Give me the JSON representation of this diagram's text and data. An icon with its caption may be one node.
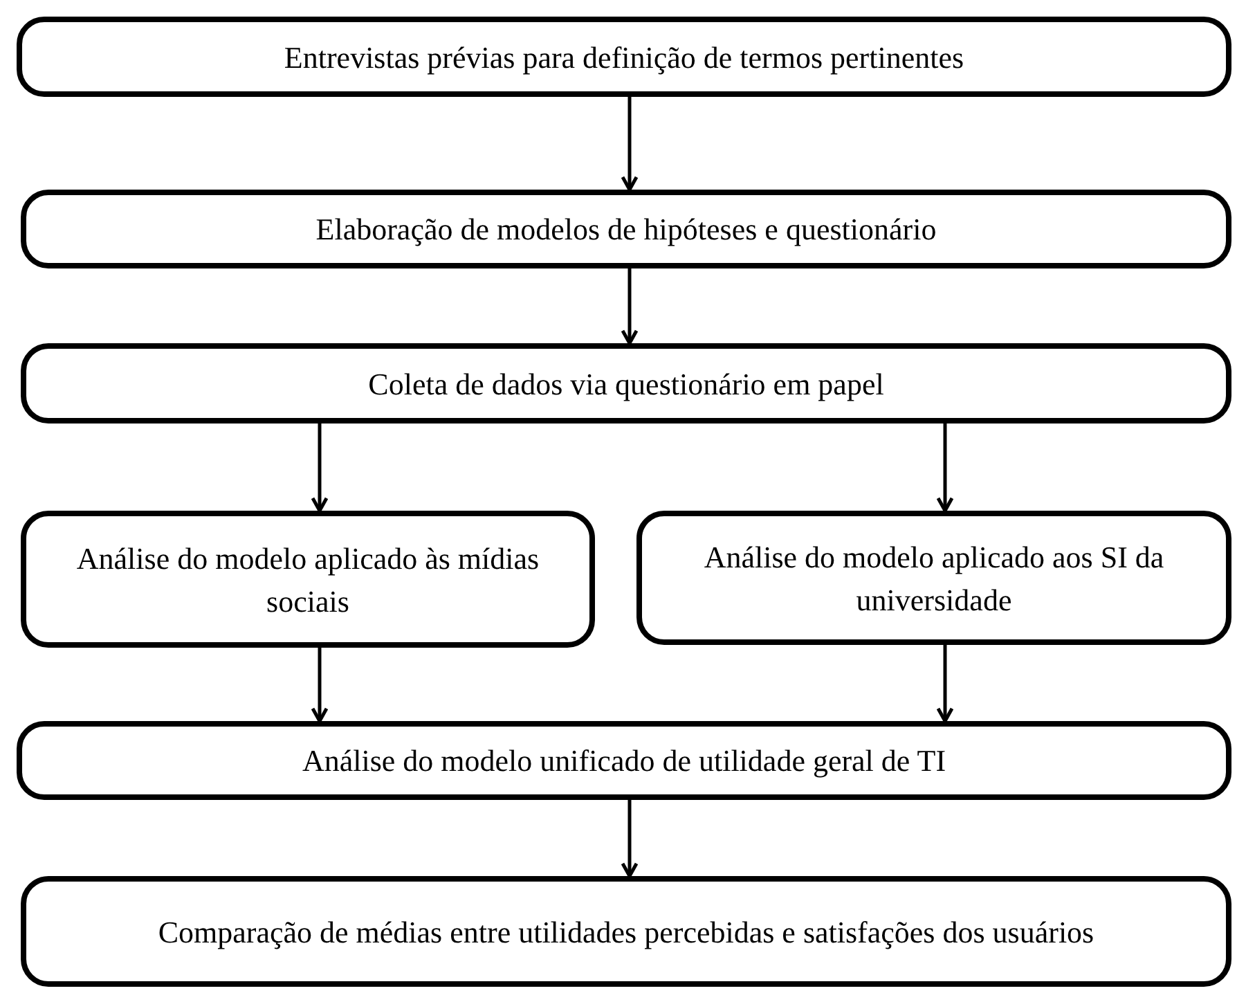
{
  "diagram": {
    "nodes": [
      {
        "text": [
          "Entrevistas prévias para definição de termos pertinentes"
        ]
      },
      {
        "text": [
          "Elaboração de modelos de hipóteses e questionário"
        ]
      },
      {
        "text": [
          "Coleta de dados via questionário em papel"
        ]
      },
      {
        "text": [
          "Análise do modelo aplicado às mídias sociais"
        ]
      },
      {
        "text": [
          "Análise do modelo aplicado aos SI da universidade"
        ]
      },
      {
        "text": [
          "Análise do modelo unificado de utilidade geral de TI"
        ]
      },
      {
        "text": [
          "Comparação de médias entre utilidades percebidas e satisfações dos usuários"
        ]
      }
    ],
    "edges": [
      {
        "from": 0,
        "to": 1,
        "arrow": "to"
      },
      {
        "from": 1,
        "to": 2,
        "arrow": "to"
      },
      {
        "from": 2,
        "to": 3,
        "arrow": "to"
      },
      {
        "from": 2,
        "to": 4,
        "arrow": "to"
      },
      {
        "from": 3,
        "to": 5,
        "arrow": "to"
      },
      {
        "from": 4,
        "to": 5,
        "arrow": "to"
      },
      {
        "from": 5,
        "to": 6,
        "arrow": "to"
      }
    ]
  }
}
